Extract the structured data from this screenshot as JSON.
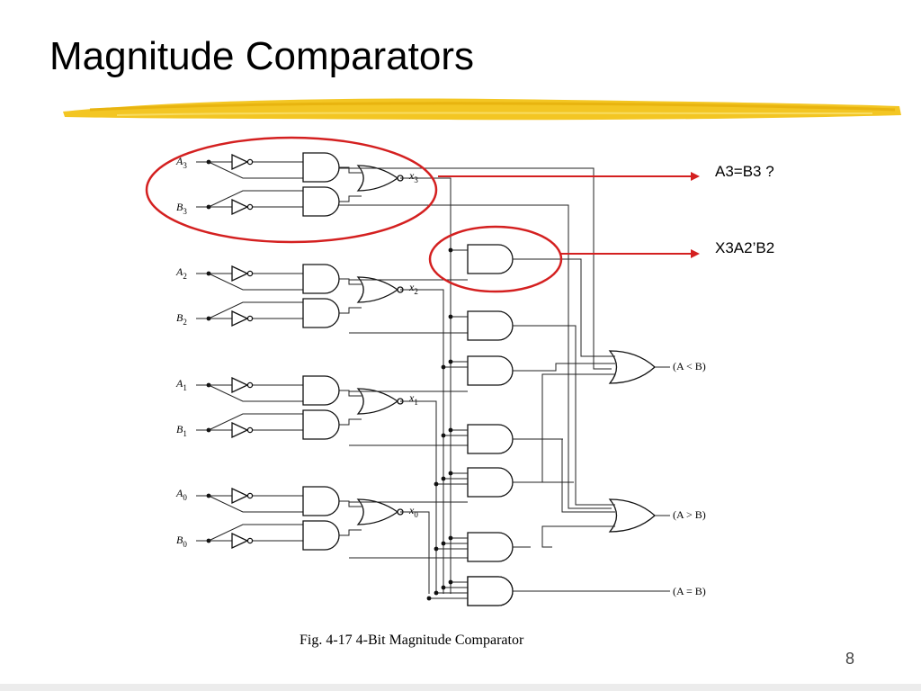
{
  "slide": {
    "title": "Magnitude Comparators",
    "page_number": "8",
    "caption": "Fig. 4-17  4-Bit Magnitude Comparator"
  },
  "annotations": [
    {
      "id": "a3b3",
      "text": "A3=B3 ?"
    },
    {
      "id": "x3a2b2",
      "text": "X3A2’B2"
    }
  ],
  "circuit": {
    "inputs": [
      {
        "name": "A",
        "sub": "3"
      },
      {
        "name": "B",
        "sub": "3"
      },
      {
        "name": "A",
        "sub": "2"
      },
      {
        "name": "B",
        "sub": "2"
      },
      {
        "name": "A",
        "sub": "1"
      },
      {
        "name": "B",
        "sub": "1"
      },
      {
        "name": "A",
        "sub": "0"
      },
      {
        "name": "B",
        "sub": "0"
      }
    ],
    "x_labels": [
      {
        "name": "x",
        "sub": "3"
      },
      {
        "name": "x",
        "sub": "2"
      },
      {
        "name": "x",
        "sub": "1"
      },
      {
        "name": "x",
        "sub": "0"
      }
    ],
    "outputs": [
      "(A < B)",
      "(A > B)",
      "(A = B)"
    ]
  },
  "colors": {
    "highlight": "#d42020",
    "brush": "#f3c623",
    "wire": "#222222"
  }
}
